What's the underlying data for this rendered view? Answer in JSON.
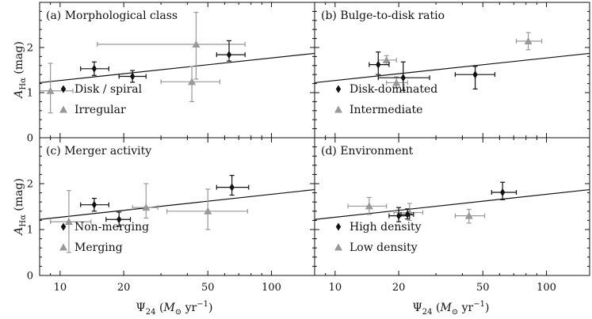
{
  "chart_data": {
    "type": "scatter",
    "x_scale": "log",
    "xlim": [
      8,
      160
    ],
    "ylim": [
      0,
      3
    ],
    "x_ticks": [
      10,
      20,
      50,
      100
    ],
    "y_ticks": [
      0,
      1,
      2
    ],
    "xlabel_symbol": "Ψ",
    "xlabel_subscript": "24",
    "xlabel_open": " (",
    "xlabel_unit_m": "M",
    "xlabel_unit_sub": "⊙",
    "xlabel_unit_yr": " yr",
    "xlabel_unit_exp": "−1",
    "xlabel_close": ")",
    "ylabel_symbol": "A",
    "ylabel_subscript": "Hα",
    "ylabel_unit": " (mag)",
    "fit_line": {
      "x": [
        8,
        160
      ],
      "y": [
        1.22,
        1.87
      ]
    },
    "colors": {
      "series_1": "#111111",
      "series_2": "#999999",
      "fit": "#111111"
    },
    "legend_placement": "lower-left",
    "panels": [
      {
        "label": "(a) Morphological class",
        "series": [
          {
            "name": "Disk / spiral",
            "marker": "diamond",
            "points": [
              {
                "x": 14.5,
                "x_lo": 12.5,
                "x_hi": 17.0,
                "y": 1.53,
                "y_lo": 1.38,
                "y_hi": 1.68
              },
              {
                "x": 22.0,
                "x_lo": 19.0,
                "x_hi": 25.5,
                "y": 1.36,
                "y_lo": 1.23,
                "y_hi": 1.49
              },
              {
                "x": 63.0,
                "x_lo": 55.0,
                "x_hi": 75.0,
                "y": 1.84,
                "y_lo": 1.7,
                "y_hi": 2.15
              }
            ]
          },
          {
            "name": "Irregular",
            "marker": "triangle",
            "points": [
              {
                "x": 9.0,
                "x_lo": 7.0,
                "x_hi": 11.5,
                "y": 1.04,
                "y_lo": 0.55,
                "y_hi": 1.65
              },
              {
                "x": 42.0,
                "x_lo": 30.0,
                "x_hi": 57.0,
                "y": 1.24,
                "y_lo": 0.8,
                "y_hi": 1.58
              },
              {
                "x": 44.0,
                "x_lo": 15.0,
                "x_hi": 75.0,
                "y": 2.07,
                "y_lo": 1.3,
                "y_hi": 2.78
              }
            ]
          }
        ]
      },
      {
        "label": "(b) Bulge-to-disk ratio",
        "series": [
          {
            "name": "Disk-dominated",
            "marker": "diamond",
            "points": [
              {
                "x": 16.0,
                "x_lo": 14.5,
                "x_hi": 18.0,
                "y": 1.62,
                "y_lo": 1.4,
                "y_hi": 1.9
              },
              {
                "x": 21.0,
                "x_lo": 16.0,
                "x_hi": 28.0,
                "y": 1.33,
                "y_lo": 1.05,
                "y_hi": 1.68
              },
              {
                "x": 46.0,
                "x_lo": 37.0,
                "x_hi": 57.0,
                "y": 1.4,
                "y_lo": 1.08,
                "y_hi": 1.58
              }
            ]
          },
          {
            "name": "Intermediate",
            "marker": "triangle",
            "points": [
              {
                "x": 17.5,
                "x_lo": 16.0,
                "x_hi": 19.5,
                "y": 1.72,
                "y_lo": 1.62,
                "y_hi": 1.82
              },
              {
                "x": 19.5,
                "x_lo": 17.5,
                "x_hi": 22.0,
                "y": 1.22,
                "y_lo": 1.1,
                "y_hi": 1.35
              },
              {
                "x": 82.0,
                "x_lo": 72.0,
                "x_hi": 95.0,
                "y": 2.14,
                "y_lo": 1.95,
                "y_hi": 2.33
              }
            ]
          }
        ]
      },
      {
        "label": "(c) Merger activity",
        "series": [
          {
            "name": "Non-merging",
            "marker": "diamond",
            "points": [
              {
                "x": 14.5,
                "x_lo": 12.5,
                "x_hi": 17.0,
                "y": 1.54,
                "y_lo": 1.4,
                "y_hi": 1.68
              },
              {
                "x": 19.0,
                "x_lo": 16.5,
                "x_hi": 21.5,
                "y": 1.22,
                "y_lo": 1.07,
                "y_hi": 1.38
              },
              {
                "x": 65.0,
                "x_lo": 55.0,
                "x_hi": 78.0,
                "y": 1.92,
                "y_lo": 1.75,
                "y_hi": 2.18
              }
            ]
          },
          {
            "name": "Merging",
            "marker": "triangle",
            "points": [
              {
                "x": 11.0,
                "x_lo": 9.0,
                "x_hi": 14.0,
                "y": 1.17,
                "y_lo": 0.5,
                "y_hi": 1.85
              },
              {
                "x": 25.5,
                "x_lo": 22.0,
                "x_hi": 29.0,
                "y": 1.48,
                "y_lo": 1.25,
                "y_hi": 2.0
              },
              {
                "x": 50.0,
                "x_lo": 32.0,
                "x_hi": 77.0,
                "y": 1.4,
                "y_lo": 1.0,
                "y_hi": 1.88
              }
            ]
          }
        ]
      },
      {
        "label": "(d) Environment",
        "series": [
          {
            "name": "High density",
            "marker": "diamond",
            "points": [
              {
                "x": 20.0,
                "x_lo": 18.0,
                "x_hi": 22.5,
                "y": 1.3,
                "y_lo": 1.17,
                "y_hi": 1.48
              },
              {
                "x": 22.0,
                "x_lo": 20.5,
                "x_hi": 23.5,
                "y": 1.33,
                "y_lo": 1.23,
                "y_hi": 1.45
              },
              {
                "x": 62.0,
                "x_lo": 55.0,
                "x_hi": 72.0,
                "y": 1.81,
                "y_lo": 1.65,
                "y_hi": 2.03
              }
            ]
          },
          {
            "name": "Low density",
            "marker": "triangle",
            "points": [
              {
                "x": 14.5,
                "x_lo": 11.5,
                "x_hi": 17.5,
                "y": 1.51,
                "y_lo": 1.33,
                "y_hi": 1.7
              },
              {
                "x": 22.5,
                "x_lo": 19.0,
                "x_hi": 26.0,
                "y": 1.37,
                "y_lo": 1.2,
                "y_hi": 1.57
              },
              {
                "x": 43.0,
                "x_lo": 37.0,
                "x_hi": 51.0,
                "y": 1.3,
                "y_lo": 1.14,
                "y_hi": 1.44
              }
            ]
          }
        ]
      }
    ]
  }
}
